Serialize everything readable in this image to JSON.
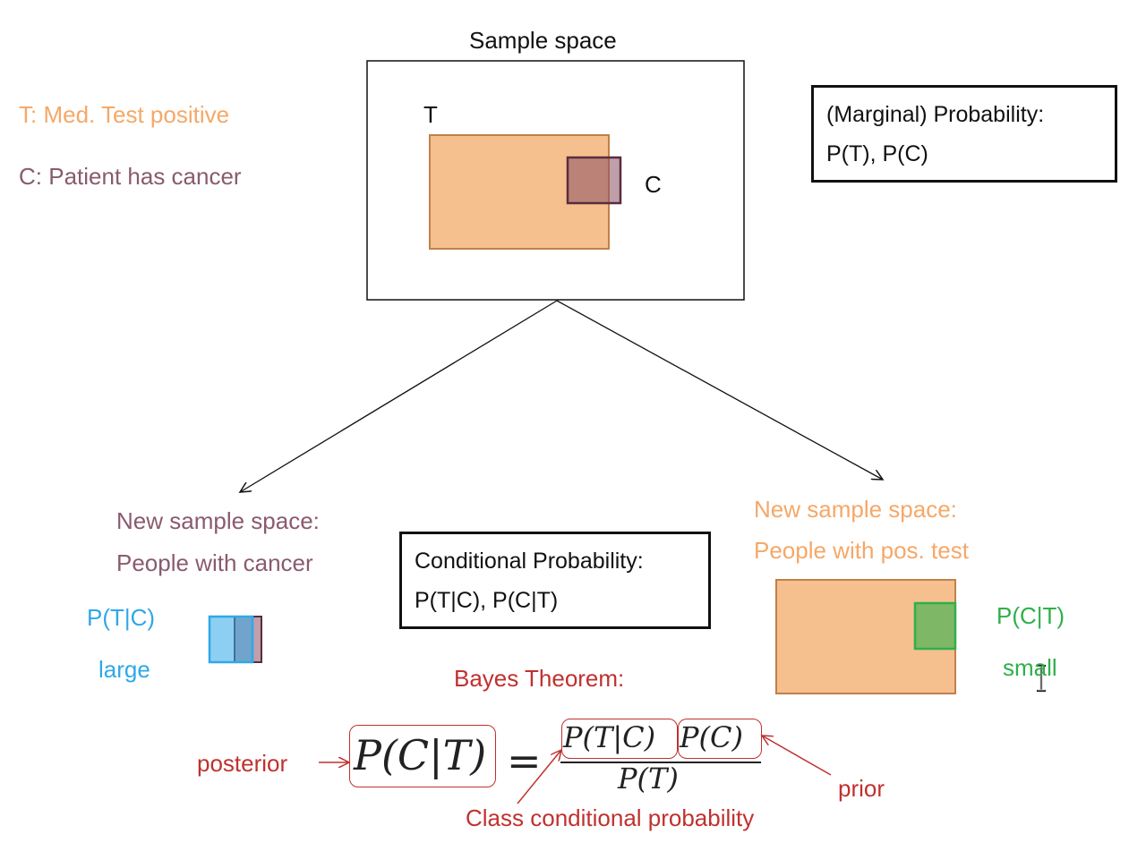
{
  "colors": {
    "orange": "#f5a868",
    "orange_fill": "#f5c08e",
    "orange_stroke": "#c0804a",
    "mauve": "#8a5a6e",
    "blue": "#2fa8e8",
    "green": "#2fb04a",
    "red": "#c0312f",
    "black": "#111111"
  },
  "top": {
    "sample_space_label": "Sample space",
    "t_label": "T",
    "c_label": "C"
  },
  "legend": {
    "t_desc": "T: Med. Test positive",
    "c_desc": "C: Patient has cancer"
  },
  "marginal_box": {
    "line1": "(Marginal) Probability:",
    "line2": "P(T), P(C)"
  },
  "left_branch": {
    "title_line1": "New sample space:",
    "title_line2": "People with cancer",
    "prob_label": "P(T|C)",
    "size_label": "large"
  },
  "right_branch": {
    "title_line1": "New sample space:",
    "title_line2": "People with pos. test",
    "prob_label": "P(C|T)",
    "size_label": "small"
  },
  "conditional_box": {
    "line1": "Conditional Probability:",
    "line2": "P(T|C), P(C|T)"
  },
  "bayes": {
    "title": "Bayes Theorem:",
    "posterior_label": "posterior",
    "prior_label": "prior",
    "class_conditional_label": "Class conditional probability",
    "lhs": "P(C|T)",
    "equals": "=",
    "numerator_left": "P(T|C)",
    "numerator_right": "P(C)",
    "denominator": "P(T)"
  },
  "icons": {
    "cursor": "text-cursor-icon"
  }
}
